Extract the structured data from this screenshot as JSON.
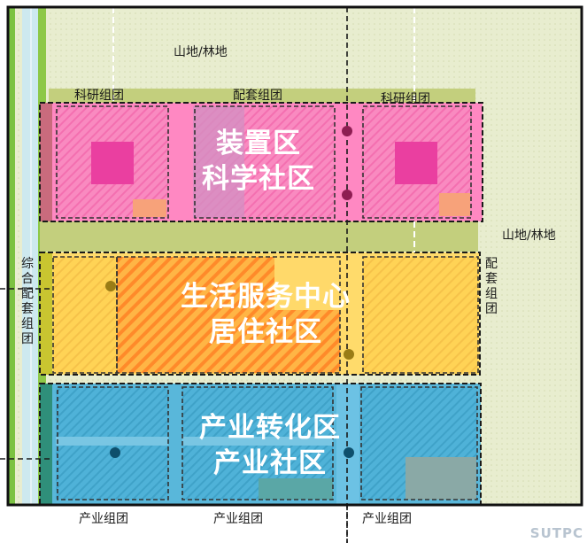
{
  "labels": {
    "top_mountain": "山地/林地",
    "right_mountain": "山地/林地",
    "research_left": "科研组团",
    "support_mid": "配套组团",
    "research_right": "科研组团",
    "left_vertical": "综合配套组团",
    "right_vertical": "配套组团",
    "industry_1": "产业组团",
    "industry_2": "产业组团",
    "industry_3": "产业组团"
  },
  "zones": {
    "science": {
      "line1": "装置区",
      "line2": "科学社区"
    },
    "living": {
      "line1": "生活服务中心",
      "line2": "居住社区"
    },
    "industry": {
      "line1": "产业转化区",
      "line2": "产业社区"
    }
  },
  "watermark": "SUTPC",
  "colors": {
    "mountain": "#e7eccd",
    "green_belt": "#c3cf7d",
    "science": "#ff85c1",
    "living": "#ffd45e",
    "industry": "#5bb6d9"
  }
}
